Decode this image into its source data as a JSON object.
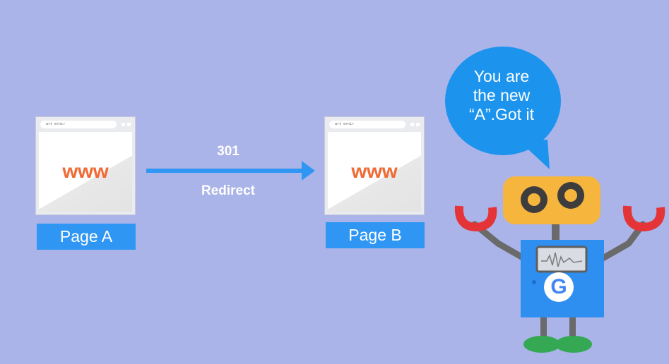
{
  "page_a": {
    "label": "Page A",
    "url_text": "art ernir",
    "logo_text": "www"
  },
  "page_b": {
    "label": "Page B",
    "url_text": "art ernir",
    "logo_text": "www"
  },
  "redirect": {
    "code": "301",
    "label": "Redirect"
  },
  "speech_bubble": {
    "lines": [
      "You are",
      "the new",
      "“A”.Got it"
    ]
  },
  "robot": {
    "badge_letter": "G"
  },
  "colors": {
    "background": "#aab4e8",
    "accent_blue": "#2f97f3",
    "www_orange": "#f06a35",
    "robot_yellow": "#f6b53d",
    "robot_arm_gray": "#6a6a6a",
    "robot_hand_red": "#e53437",
    "robot_foot_green": "#34a853"
  }
}
